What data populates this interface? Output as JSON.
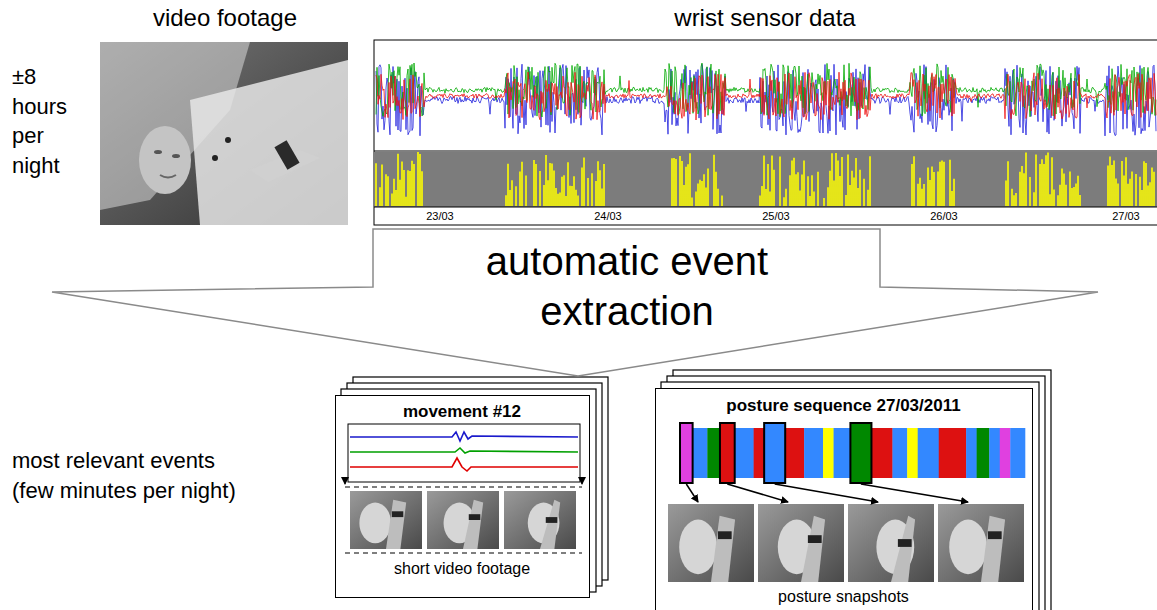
{
  "diagram": {
    "nodes": [
      {
        "text": [
          "video footage"
        ]
      },
      {
        "text": [
          "wrist sensor data"
        ]
      },
      {
        "text": [
          "automatic event extraction"
        ]
      },
      {
        "text": [
          "movement #12",
          "short video footage"
        ]
      },
      {
        "text": [
          "posture sequence 27/03/2011",
          "posture snapshots"
        ]
      }
    ],
    "labels": [
      "±8 hours per night",
      "23/03",
      "24/03",
      "25/03",
      "26/03",
      "27/03",
      "most relevant events",
      "(few minutes per night)"
    ]
  }
}
